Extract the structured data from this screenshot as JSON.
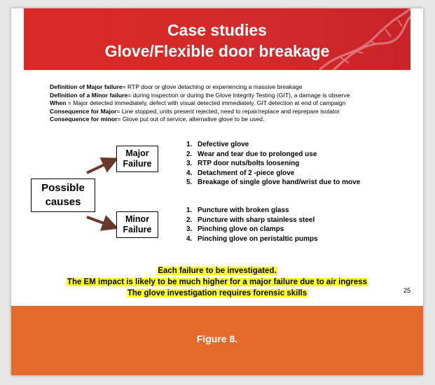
{
  "slide": {
    "title_line1": "Case studies",
    "title_line2": "Glove/Flexible door breakage",
    "definitions": [
      {
        "label": "Definition of Major failure",
        "text": "= RTP door or glove detaching or experiencing a massive breakage"
      },
      {
        "label": "Definition of a Minor failure",
        "text": "= during inspection or during the Glove Integrity Testing (GIT), a damage is observe"
      },
      {
        "label": "When",
        "text": " = Major detected immediately, defect with visual detected immediately, GIT detection at end of campaign"
      },
      {
        "label": "Consequence for Major",
        "text": "= Line stopped, units present rejected, need to repair/replace and reprepare isolator"
      },
      {
        "label": "Consequence for minor",
        "text": "= Glove put out of service, alternative glove to be used."
      }
    ],
    "diagram": {
      "possible_line1": "Possible",
      "possible_line2": "causes",
      "major_line1": "Major",
      "major_line2": "Failure",
      "minor_line1": "Minor",
      "minor_line2": "Failure"
    },
    "major_causes": [
      {
        "num": "1.",
        "text": "Defective glove"
      },
      {
        "num": "2.",
        "text": "Wear and tear due to prolonged use"
      },
      {
        "num": "3.",
        "text": "RTP door nuts/bolts loosening"
      },
      {
        "num": "4.",
        "text": "Detachment of 2 -piece glove"
      },
      {
        "num": "5.",
        "text": "Breakage of single glove hand/wrist due to move"
      }
    ],
    "minor_causes": [
      {
        "num": "1.",
        "text": "Puncture with broken glass"
      },
      {
        "num": "2.",
        "text": "Puncture with sharp stainless steel"
      },
      {
        "num": "3.",
        "text": "Pinching glove on clamps"
      },
      {
        "num": "4.",
        "text": "Pinching glove on peristaltic pumps"
      }
    ],
    "notes": [
      "Each failure to be investigated.",
      "The EM impact is likely to be much higher for a major failure due to air ingress",
      "The glove investigation requires forensic skills"
    ],
    "page_number": "25"
  },
  "caption": "Figure 8.",
  "colors": {
    "banner": "#d92a27",
    "caption_bar": "#e46a2c",
    "highlight": "#ffff22",
    "arrow": "#6b3a2a"
  }
}
